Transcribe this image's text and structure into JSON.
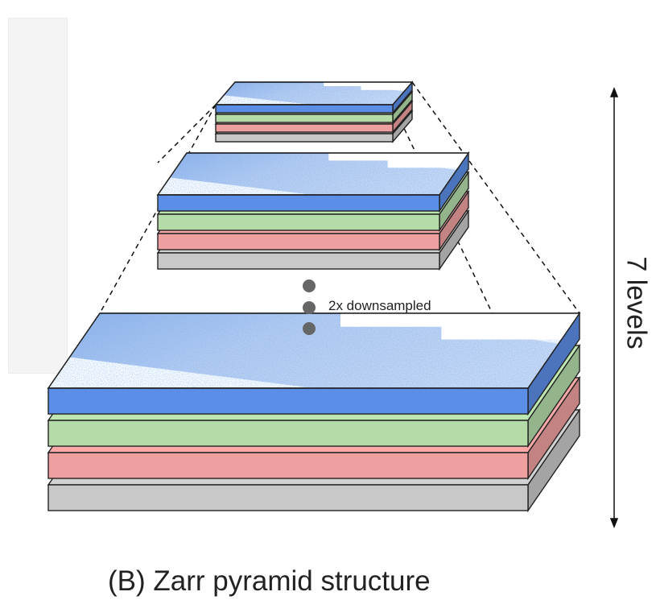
{
  "caption": "(B) Zarr pyramid structure",
  "downsample_label": "2x downsampled",
  "levels_label": "7 levels",
  "colors": {
    "blue_layer": "#5b8ee6",
    "green_layer": "#b5dba9",
    "red_layer": "#eea0a0",
    "gray_layer": "#c8c8c8",
    "data_tint": "#2f6fd8",
    "dots": "#666666"
  },
  "levels": [
    {
      "name": "top",
      "layers": [
        "gray",
        "red",
        "green",
        "blue"
      ]
    },
    {
      "name": "middle",
      "layers": [
        "gray",
        "red",
        "green",
        "blue"
      ]
    },
    {
      "name": "bottom",
      "layers": [
        "gray",
        "red",
        "green",
        "blue"
      ]
    }
  ]
}
